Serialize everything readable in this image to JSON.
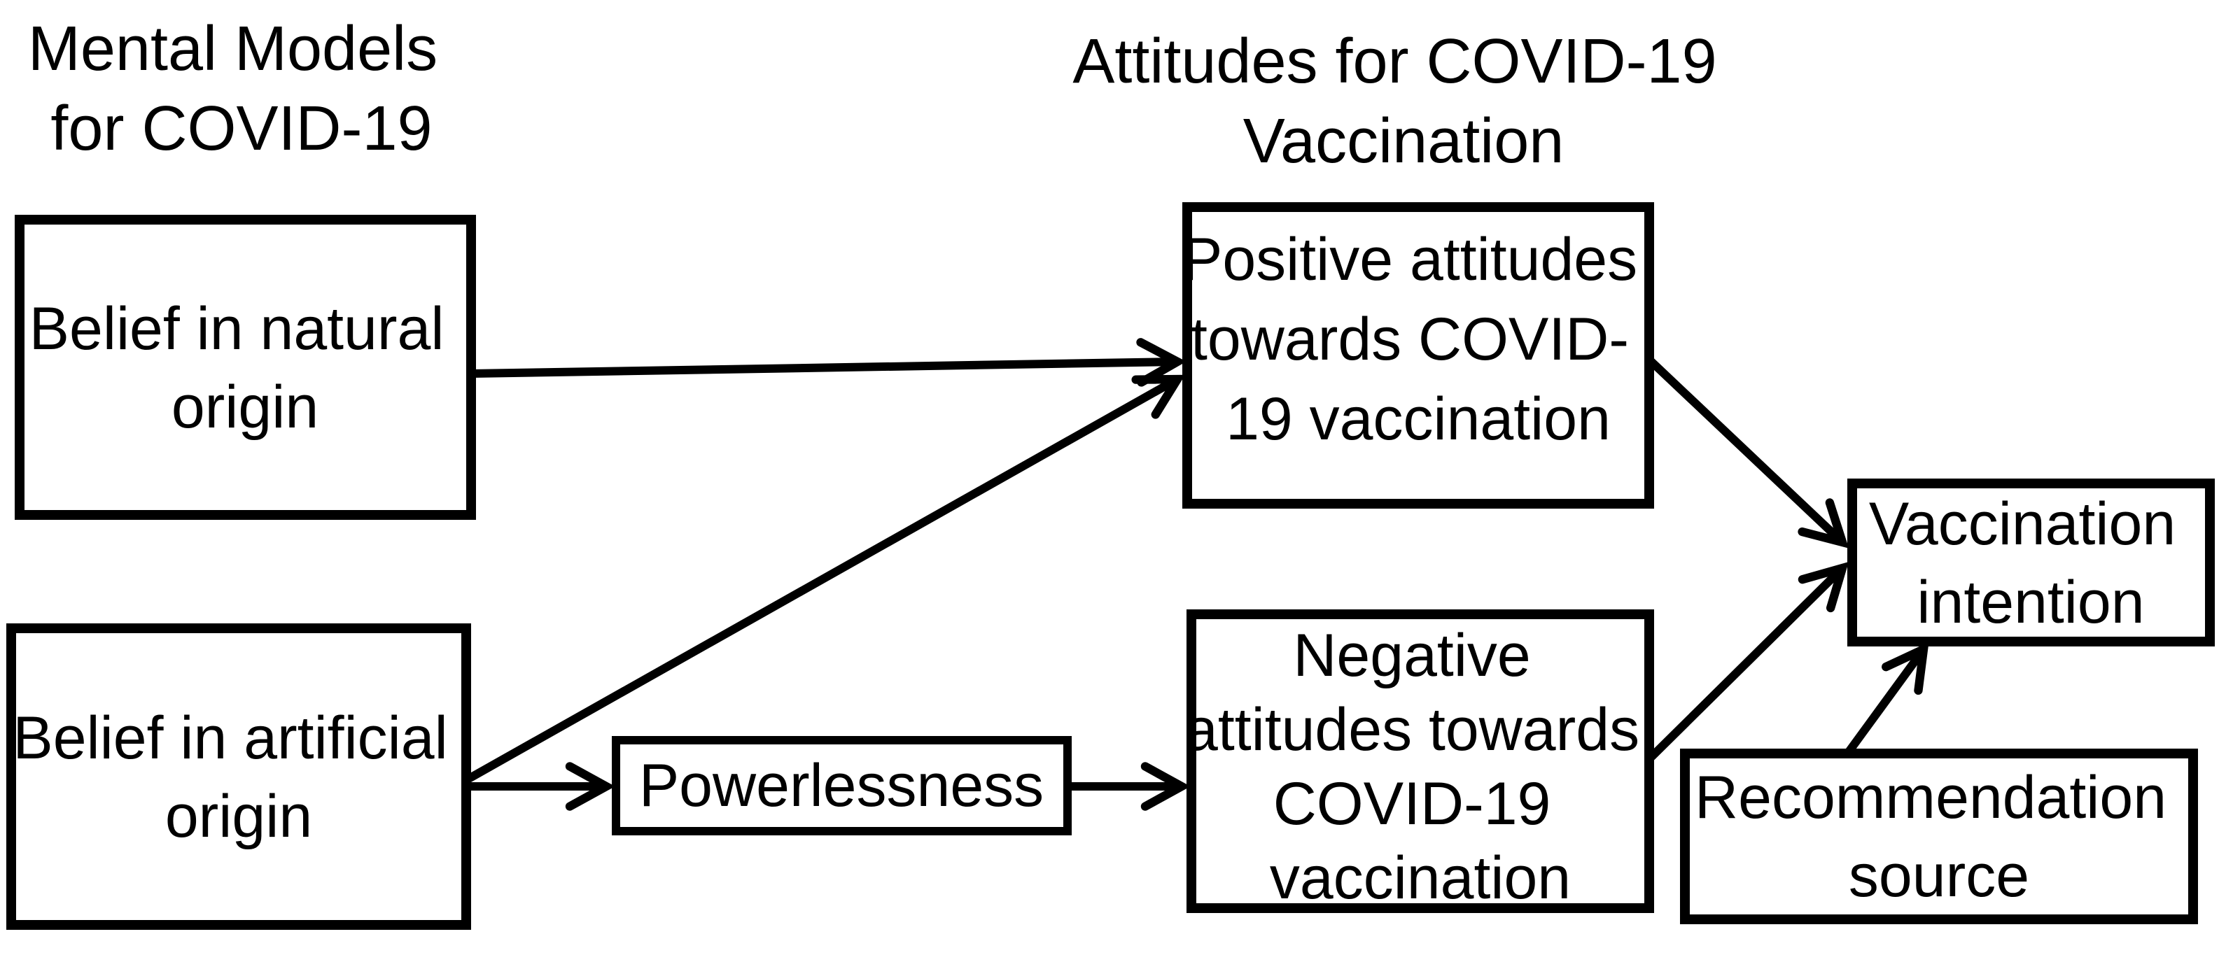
{
  "diagram": {
    "description": "Conceptual path model linking mental models for COVID-19 to vaccination attitudes and intention",
    "colors": {
      "ink": "#000000",
      "background": "#ffffff"
    },
    "titles": {
      "left": {
        "lines": [
          "Mental Models",
          "for COVID-19"
        ]
      },
      "center": {
        "lines": [
          "Attitudes for COVID-19",
          "Vaccination"
        ]
      }
    },
    "nodes": {
      "belief_natural": {
        "lines": [
          "Belief in natural",
          "origin"
        ]
      },
      "belief_artificial": {
        "lines": [
          "Belief in artificial",
          "origin"
        ]
      },
      "powerlessness": {
        "lines": [
          "Powerlessness"
        ]
      },
      "positive_attitudes": {
        "lines": [
          "Positive attitudes",
          "towards COVID-",
          "19 vaccination"
        ]
      },
      "negative_attitudes": {
        "lines": [
          "Negative",
          "attitudes towards",
          "COVID-19",
          "vaccination"
        ]
      },
      "vaccination_intention": {
        "lines": [
          "Vaccination",
          "intention"
        ]
      },
      "recommendation_source": {
        "lines": [
          "Recommendation",
          "source"
        ]
      }
    },
    "edges": [
      {
        "from": "belief_natural",
        "to": "positive_attitudes"
      },
      {
        "from": "belief_artificial",
        "to": "positive_attitudes"
      },
      {
        "from": "belief_artificial",
        "to": "powerlessness"
      },
      {
        "from": "powerlessness",
        "to": "negative_attitudes"
      },
      {
        "from": "positive_attitudes",
        "to": "vaccination_intention"
      },
      {
        "from": "negative_attitudes",
        "to": "vaccination_intention"
      },
      {
        "from": "recommendation_source",
        "to": "vaccination_intention"
      }
    ]
  }
}
